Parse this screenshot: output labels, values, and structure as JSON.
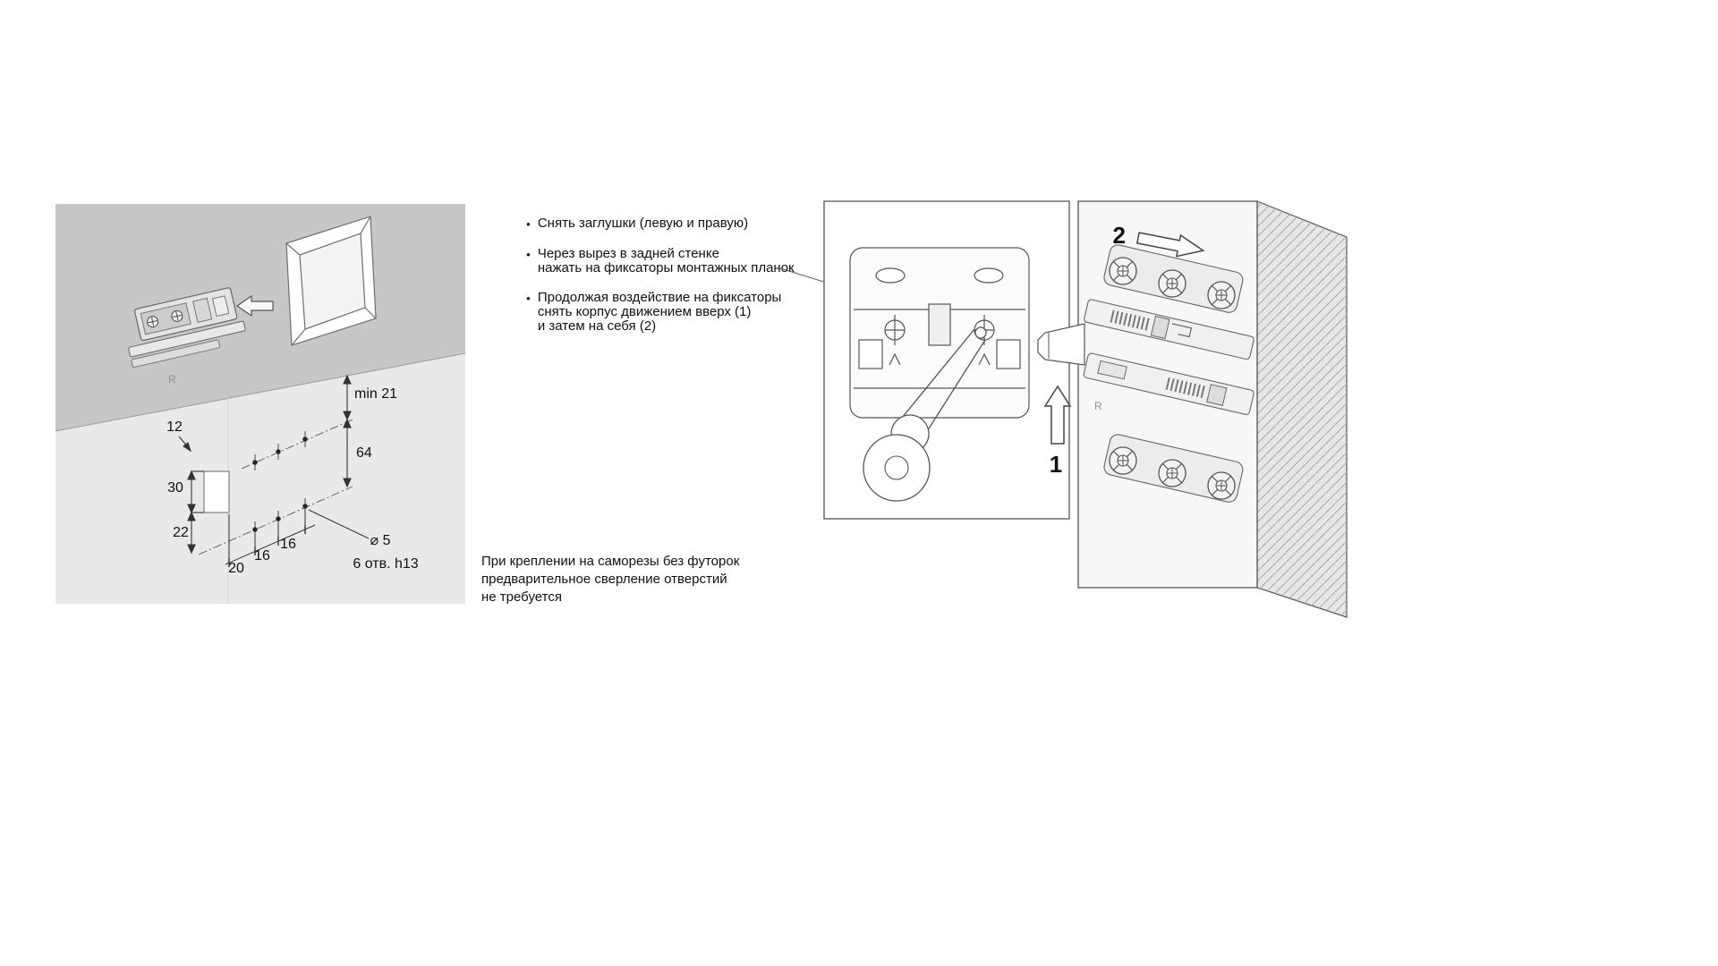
{
  "colors": {
    "top_face": "#c7c7c7",
    "front_face": "#e9e9e9",
    "outline": "#555555"
  },
  "left_diagram": {
    "dim_min_top": "min 21",
    "dim_row_spacing": "64",
    "dim_12": "12",
    "dim_30": "30",
    "dim_22": "22",
    "dim_16_a": "16",
    "dim_16_b": "16",
    "dim_20": "20",
    "hole_diameter": "⌀ 5",
    "holes_note": "6 отв. h13",
    "r_mark": "R"
  },
  "instructions": {
    "bullet_char": "●",
    "bullet1_line1": "Снять заглушки (левую и правую)",
    "bullet2_line1": "Через вырез в задней стенке",
    "bullet2_line2": "нажать на фиксаторы монтажных планок",
    "bullet3_line1": "Продолжая воздействие на фиксаторы",
    "bullet3_line2": "снять корпус движением вверх (1)",
    "bullet3_line3": "и затем на себя (2)"
  },
  "note": {
    "line1": "При креплении на саморезы без футорок",
    "line2": "предварительное сверление отверстий",
    "line3": "не требуется"
  },
  "right_diagram": {
    "step_up": "1",
    "step_right": "2",
    "r_mark": "R"
  }
}
